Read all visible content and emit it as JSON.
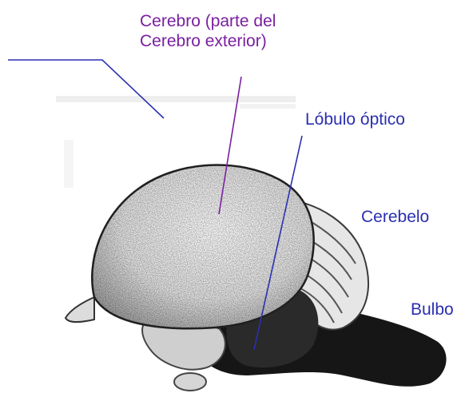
{
  "diagram": {
    "labels": {
      "cerebro_line1": "Cerebro (parte del",
      "cerebro_line2": "Cerebro exterior)",
      "lobulo_optico": "Lóbulo óptico",
      "cerebelo": "Cerebelo",
      "bulbo": "Bulbo"
    },
    "colors": {
      "cerebro_label": "#7a1fa0",
      "other_labels": "#2b2fb0",
      "leader_line": "#2b2fb0"
    }
  }
}
